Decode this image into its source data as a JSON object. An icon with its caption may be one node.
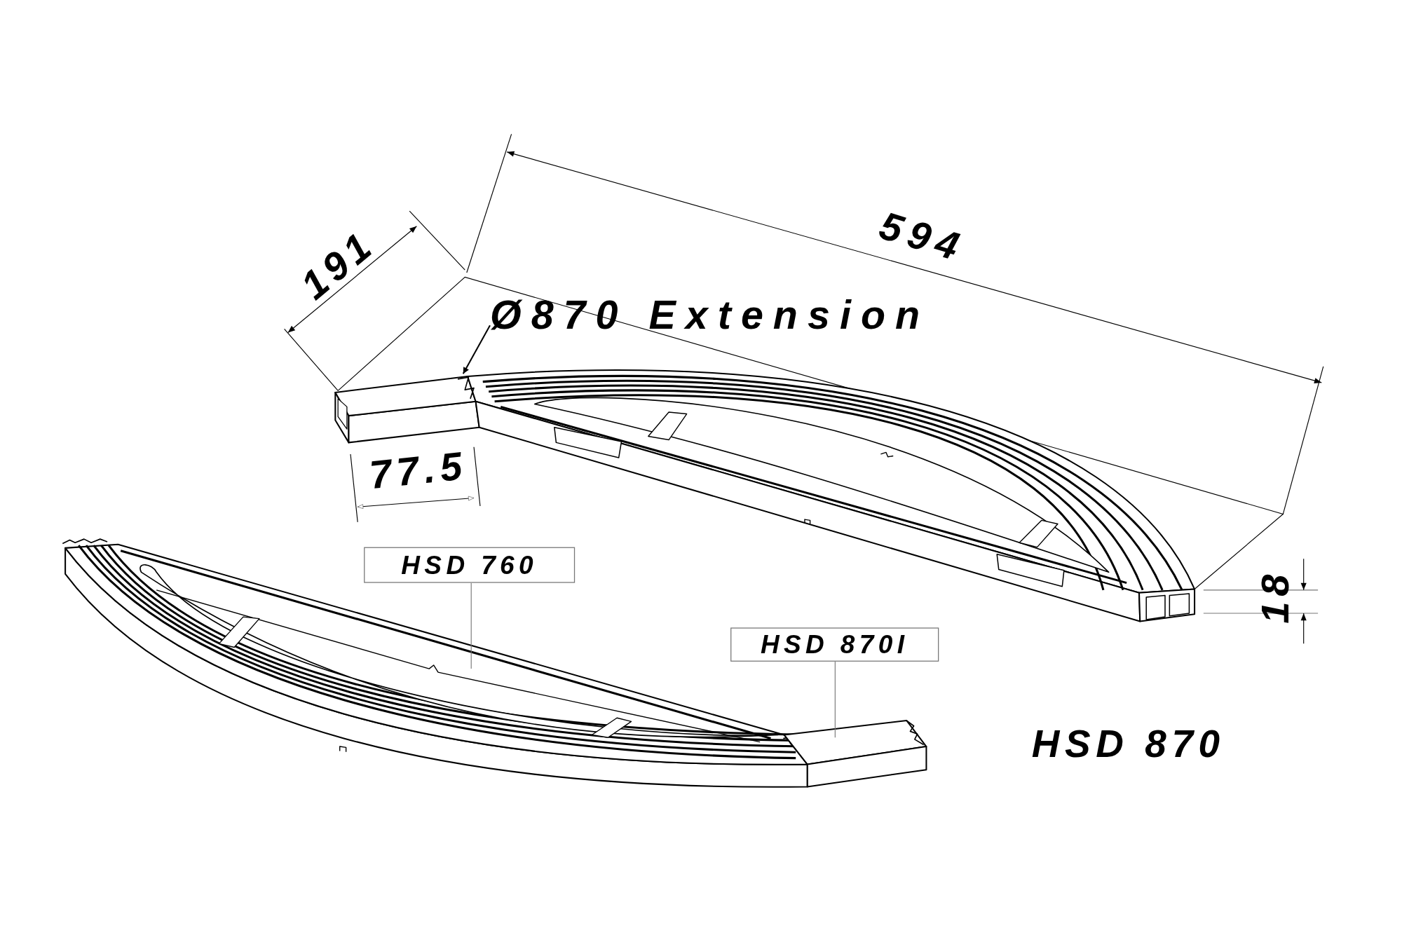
{
  "diagram": {
    "nodes": [
      {
        "text": [
          "Ø870 Extension"
        ]
      },
      {
        "text": [],
        "shape": "picture"
      },
      {
        "text": [
          "HSD 760"
        ]
      },
      {
        "text": [],
        "shape": "picture"
      },
      {
        "text": [
          "HSD 870I"
        ]
      },
      {
        "text": [],
        "shape": "picture"
      }
    ],
    "edges": [
      {
        "from": 0,
        "to": 1,
        "arrow": "to",
        "color": "#000000"
      },
      {
        "from": 2,
        "to": 3,
        "arrow": "none"
      },
      {
        "from": 4,
        "to": 5,
        "arrow": "none"
      }
    ],
    "labels": [
      "191",
      "594",
      "77.5",
      "18",
      "HSD 870"
    ]
  }
}
